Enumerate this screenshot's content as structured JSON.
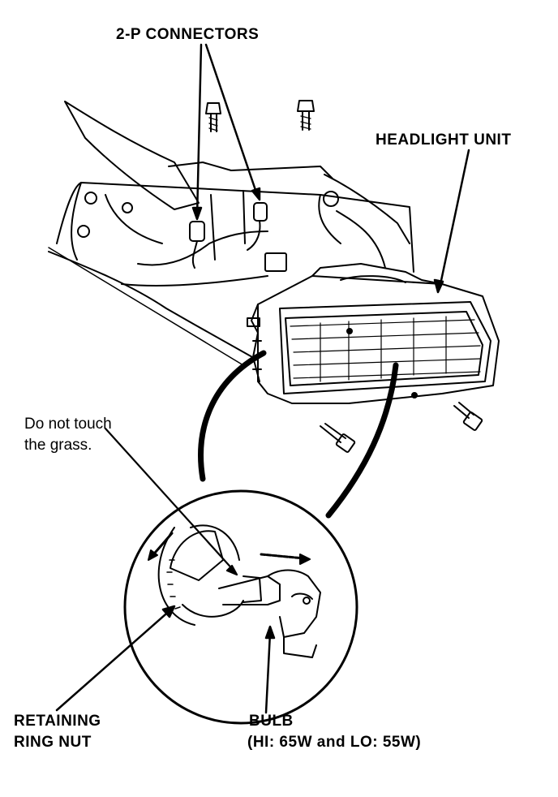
{
  "labels": {
    "connectors": "2-P CONNECTORS",
    "headlight_unit": "HEADLIGHT UNIT",
    "grass_note_line1": "Do not touch",
    "grass_note_line2": "the grass.",
    "retaining_line1": "RETAINING",
    "retaining_line2": "RING NUT",
    "bulb_title": "BULB",
    "bulb_spec": "(HI: 65W and LO: 55W)"
  },
  "colors": {
    "ink": "#000000",
    "paper": "#ffffff"
  }
}
